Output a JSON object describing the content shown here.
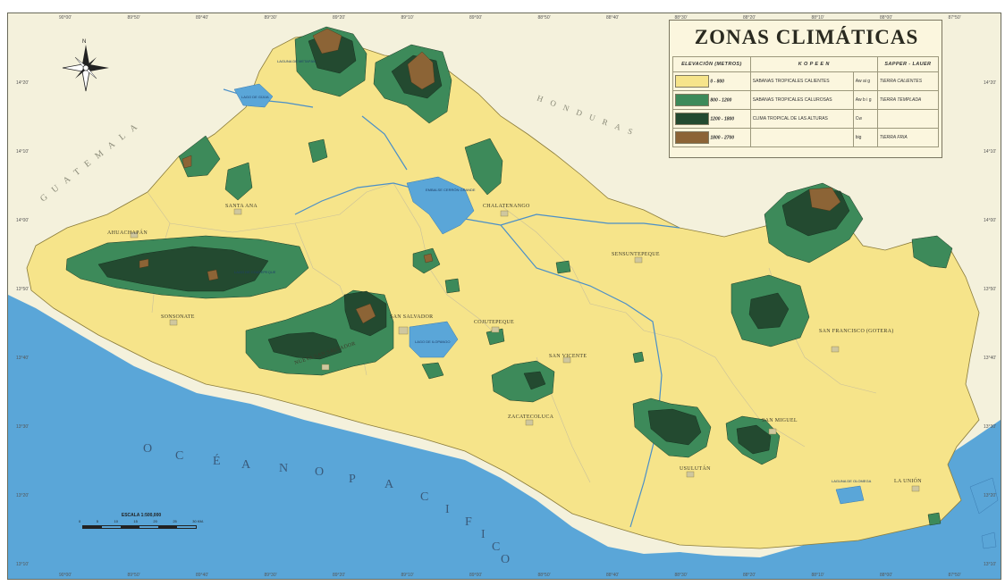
{
  "legend": {
    "title": "ZONAS CLIMÁTICAS",
    "headers": {
      "elevation": "ELEVACIÓN (METROS)",
      "koppen": "K O P E E N",
      "sapper": "SAPPER - LAUER"
    },
    "rows": [
      {
        "range": "0 - 800",
        "koppen": "SABANAS TROPICALES CALIENTES",
        "code": "Aw ai g",
        "sapper": "TIERRA CALIENTES",
        "color": "#f6e48a"
      },
      {
        "range": "800 - 1200",
        "koppen": "SABANAS TROPICALES CALUROSAS",
        "code": "Aw b i g",
        "sapper": "TIERRA TEMPLADA",
        "color": "#3d8a5a"
      },
      {
        "range": "1200 - 1800",
        "koppen": "CLIMA TROPICAL DE LAS ALTURAS",
        "code": "Cw",
        "sapper": "",
        "color": "#234a30"
      },
      {
        "range": "1800 - 2700",
        "koppen": "",
        "code": "big",
        "sapper": "TIERRA FRIA",
        "color": "#8c6436"
      }
    ]
  },
  "scale": {
    "title": "ESCALA 1:500,000",
    "ticks": [
      "0",
      "5",
      "10",
      "15",
      "20",
      "25",
      "30 KM."
    ]
  },
  "countries": {
    "guatemala": "GUATEMALA",
    "honduras": "HONDURAS"
  },
  "ocean": {
    "letters": [
      "O",
      "C",
      "É",
      "A",
      "N",
      "O",
      "",
      "P",
      "A",
      "C",
      "I",
      "F",
      "I",
      "C",
      "O"
    ]
  },
  "places": [
    {
      "label": "AHUACHAPÁN"
    },
    {
      "label": "SANTA ANA"
    },
    {
      "label": "CHALATENANGO"
    },
    {
      "label": "SONSONATE"
    },
    {
      "label": "SAN SALVADOR"
    },
    {
      "label": "COJUTEPEQUE"
    },
    {
      "label": "SENSUNTEPEQUE"
    },
    {
      "label": "SAN VICENTE"
    },
    {
      "label": "ZACATECOLUCA"
    },
    {
      "label": "NUEVA SAN SALVADOR"
    },
    {
      "label": "SAN FRANCISCO (GOTERA)"
    },
    {
      "label": "SAN MIGUEL"
    },
    {
      "label": "USULUTÁN"
    },
    {
      "label": "LA UNIÓN"
    }
  ],
  "lakes": [
    {
      "label": "LAGO DE GÜIJA"
    },
    {
      "label": "LAGO DE COATEPEQUE"
    },
    {
      "label": "LAGO DE ILOPANGO"
    },
    {
      "label": "EMBALSE CERRÓN GRANDE"
    },
    {
      "label": "LAGUNA DE METAPÁN"
    },
    {
      "label": "LAGUNA DE OLOMEGA"
    }
  ],
  "coords": {
    "left": [
      "14°20'",
      "14°10'",
      "14°00'",
      "13°50'",
      "13°40'",
      "13°30'",
      "13°20'",
      "13°10'"
    ],
    "top": [
      "90°00'",
      "89°50'",
      "89°40'",
      "89°30'",
      "89°20'",
      "89°10'",
      "89°00'",
      "88°50'",
      "88°40'",
      "88°30'",
      "88°20'",
      "88°10'",
      "88°00'",
      "87°50'"
    ]
  },
  "compass": {
    "north": "N"
  },
  "colors": {
    "sea": "#5aa6d8",
    "land": "#f6e48a",
    "outside": "#f4f1dc",
    "mid": "#3d8a5a",
    "high": "#234a30",
    "peak": "#8c6436"
  }
}
